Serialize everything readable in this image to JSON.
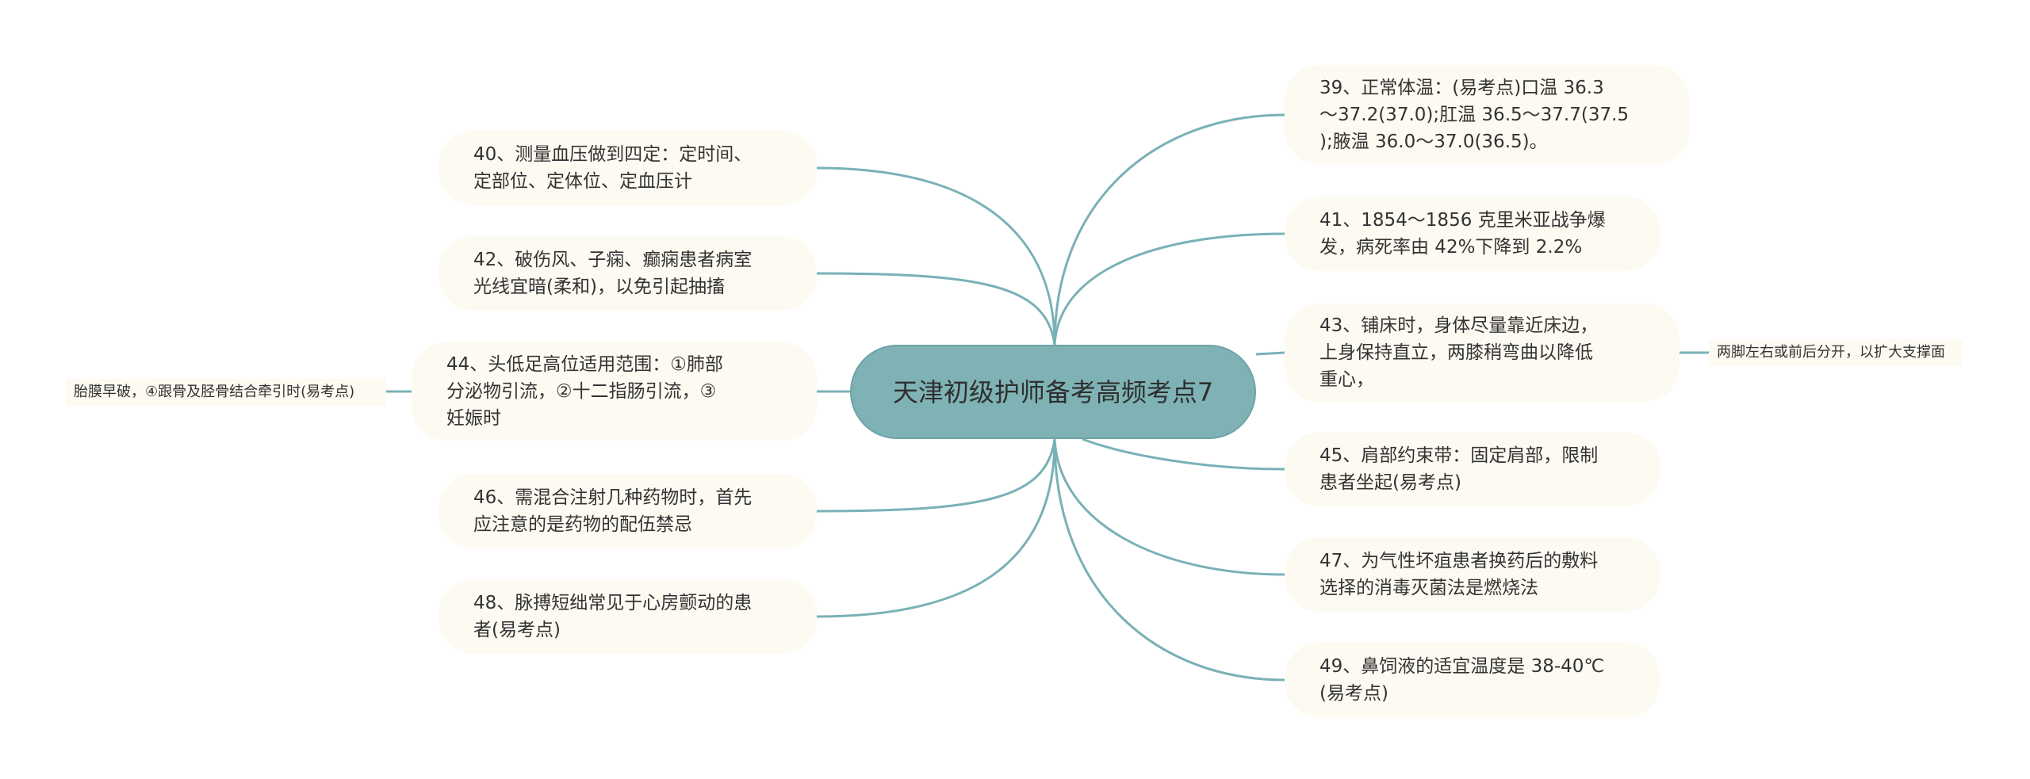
{
  "root": {
    "title": "天津初级护师备考高频考点7"
  },
  "left_nodes": [
    {
      "id": "n40",
      "text": "40、测量血压做到四定：定时间、\n定部位、定体位、定血压计"
    },
    {
      "id": "n42",
      "text": "42、破伤风、子痫、癫痫患者病室\n光线宜暗(柔和)，以免引起抽搐"
    },
    {
      "id": "n44",
      "text": "44、头低足高位适用范围：①肺部\n分泌物引流，②十二指肠引流，③\n妊娠时"
    },
    {
      "id": "n46",
      "text": "46、需混合注射几种药物时，首先\n应注意的是药物的配伍禁忌"
    },
    {
      "id": "n48",
      "text": "48、脉搏短绌常见于心房颤动的患\n者(易考点)"
    }
  ],
  "right_nodes": [
    {
      "id": "n39",
      "text": "39、正常体温：(易考点)口温 36.3\n～37.2(37.0);肛温 36.5～37.7(37.5\n);腋温 36.0～37.0(36.5)。"
    },
    {
      "id": "n41",
      "text": "41、1854～1856 克里米亚战争爆\n发，病死率由 42%下降到 2.2%"
    },
    {
      "id": "n43",
      "text": "43、铺床时，身体尽量靠近床边，\n上身保持直立，两膝稍弯曲以降低\n重心，"
    },
    {
      "id": "n45",
      "text": "45、肩部约束带：固定肩部，限制\n患者坐起(易考点)"
    },
    {
      "id": "n47",
      "text": "47、为气性坏疽患者换药后的敷料\n选择的消毒灭菌法是燃烧法"
    },
    {
      "id": "n49",
      "text": "49、鼻饲液的适宜温度是 38-40℃\n(易考点)"
    }
  ],
  "leaves": {
    "left": "胎膜早破，④跟骨及胫骨结合牵引时(易考点)",
    "right": "两脚左右或前后分开，以扩大支撑面"
  },
  "colors": {
    "root_fill": "#7fb2b5",
    "node_fill": "#fdfaf1",
    "link": "#79b1b6",
    "text": "#333333"
  }
}
